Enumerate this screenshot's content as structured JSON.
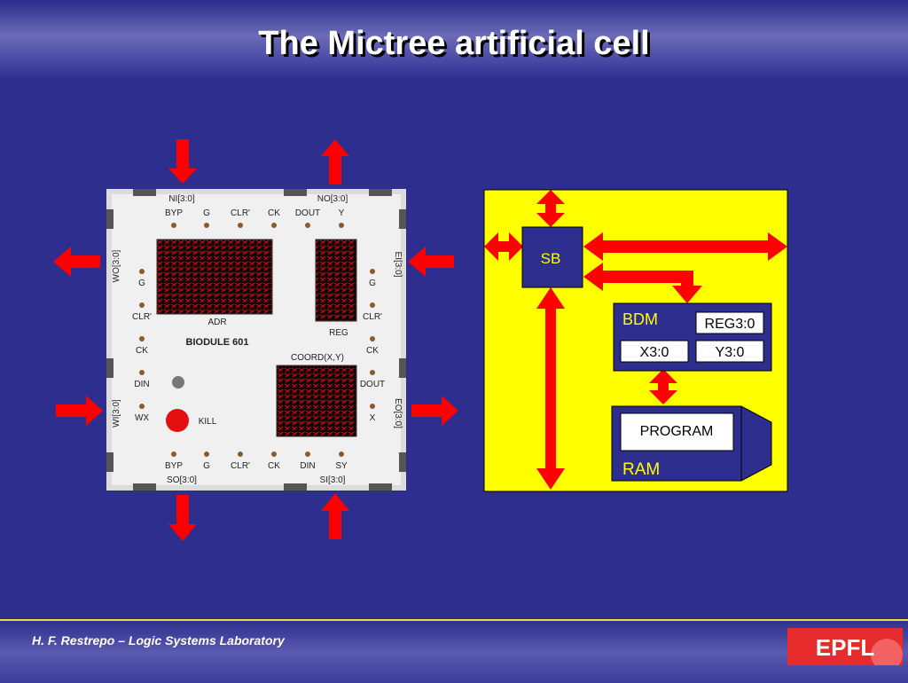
{
  "title": "The Mictree artificial cell",
  "footer": "H. F. Restrepo – Logic Systems Laboratory",
  "logo_text": "EPFL",
  "colors": {
    "background": "#2e2e8e",
    "arrow": "#ff0000",
    "diagram_bg": "#ffff00",
    "block": "#2e2e8e",
    "accent_text": "#ffff00"
  },
  "board": {
    "name": "BIODULE 601",
    "north_in": "NI[3:0]",
    "north_out": "NO[3:0]",
    "west_out": "WO[3:0]",
    "east_in": "EI[3:0]",
    "west_in": "WI[3:0]",
    "east_out": "EO[3:0]",
    "south_out": "SO[3:0]",
    "south_in": "SI[3:0]",
    "top_pins": [
      "BYP",
      "G",
      "CLR'",
      "CK",
      "DOUT",
      "Y"
    ],
    "bottom_pins": [
      "BYP",
      "G",
      "CLR'",
      "CK",
      "DIN",
      "SY"
    ],
    "left_pins": [
      "G",
      "CLR'",
      "CK",
      "DIN",
      "WX"
    ],
    "right_pins": [
      "G",
      "CLR'",
      "CK",
      "DOUT",
      "X"
    ],
    "adr_label": "ADR",
    "reg_label": "REG",
    "coord_label": "COORD(X,Y)",
    "kill_label": "KILL"
  },
  "diagram": {
    "sb": "SB",
    "bdm": "BDM",
    "reg": "REG3:0",
    "x": "X3:0",
    "y": "Y3:0",
    "program": "PROGRAM",
    "ram": "RAM"
  }
}
